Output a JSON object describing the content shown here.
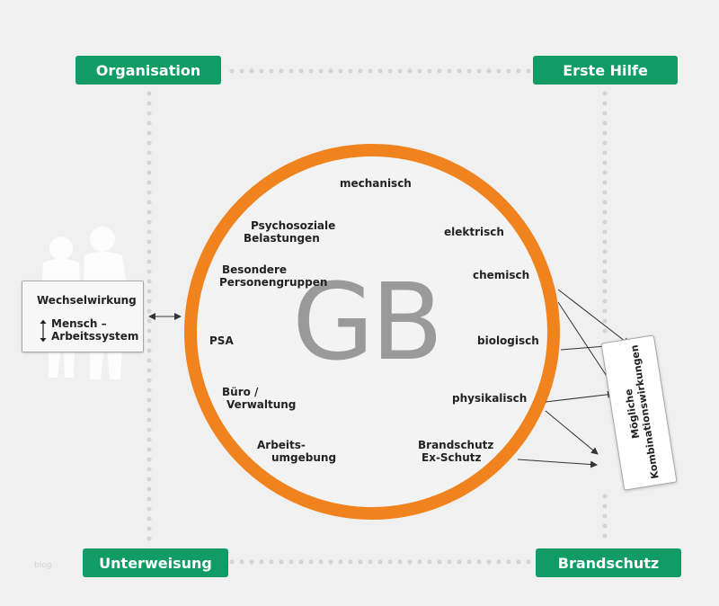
{
  "corners": {
    "top_left": "Organisation",
    "top_right": "Erste Hilfe",
    "bottom_left": "Unterweisung",
    "bottom_right": "Brandschutz"
  },
  "center": "GB",
  "hazards": {
    "mechanisch": "mechanisch",
    "elektrisch": "elektrisch",
    "chemisch": "chemisch",
    "biologisch": "biologisch",
    "physikalisch": "physikalisch",
    "brandschutz_1": "Brandschutz",
    "brandschutz_2": "Ex-Schutz",
    "arbeits_1": "Arbeits-",
    "arbeits_2": "umgebung",
    "buero_1": "Büro /",
    "buero_2": "Verwaltung",
    "psa": "PSA",
    "besondere_1": "Besondere",
    "besondere_2": "Personengruppen",
    "psycho_1": "Psychosoziale",
    "psycho_2": "Belastungen"
  },
  "wechselwirkung": {
    "title": "Wechselwirkung",
    "line1": "Mensch –",
    "line2": "Arbeitssystem"
  },
  "kombination": {
    "line1": "Mögliche",
    "line2": "Kombinationswirkungen"
  },
  "watermark": "blog",
  "colors": {
    "green": "#109c64",
    "ring": "#f0831e",
    "dots": "#d4d4d4",
    "background": "#f0f0f0"
  }
}
